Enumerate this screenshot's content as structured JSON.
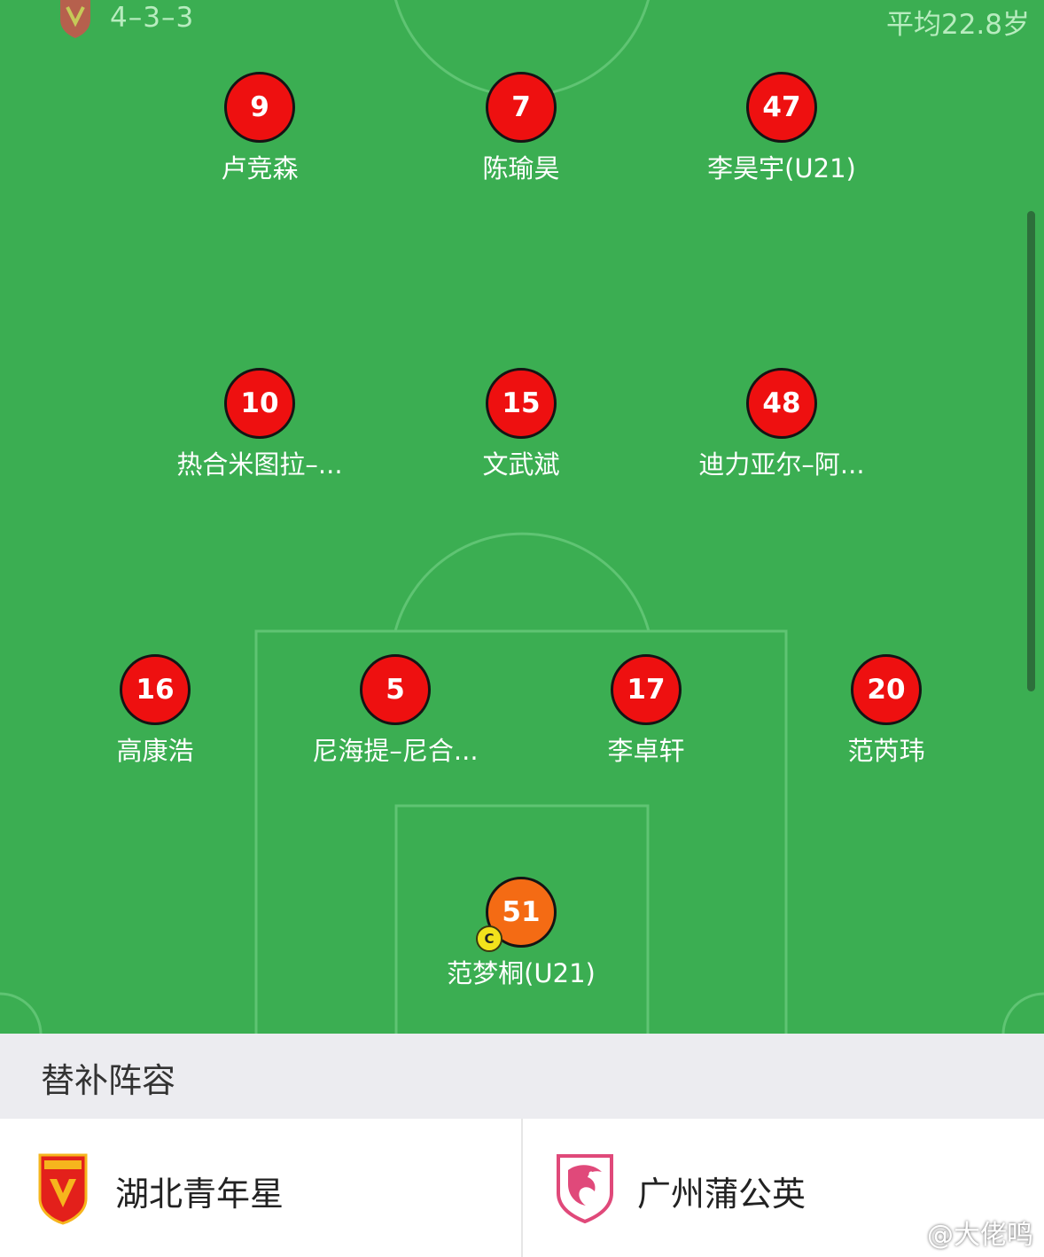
{
  "header": {
    "formation": "4–3–3",
    "average_age": "平均22.8岁"
  },
  "players": {
    "p1": {
      "number": "9",
      "name": "卢竞森"
    },
    "p2": {
      "number": "7",
      "name": "陈瑜昊"
    },
    "p3": {
      "number": "47",
      "name": "李昊宇(U21)"
    },
    "p4": {
      "number": "10",
      "name": "热合米图拉–..."
    },
    "p5": {
      "number": "15",
      "name": "文武斌"
    },
    "p6": {
      "number": "48",
      "name": "迪力亚尔–阿..."
    },
    "p7": {
      "number": "16",
      "name": "高康浩"
    },
    "p8": {
      "number": "5",
      "name": "尼海提–尼合..."
    },
    "p9": {
      "number": "17",
      "name": "李卓轩"
    },
    "p10": {
      "number": "20",
      "name": "范芮玮"
    },
    "gk": {
      "number": "51",
      "name": "范梦桐(U21)",
      "captain_badge": "C"
    }
  },
  "substitutes": {
    "title": "替补阵容",
    "home_team": "湖北青年星",
    "away_team": "广州蒲公英"
  },
  "watermark": "@大佬鸣",
  "colors": {
    "pitch": "#3bae52",
    "player_dot": "#ee1010",
    "goalkeeper_dot": "#f46b14",
    "captain_badge": "#f2e21c"
  }
}
